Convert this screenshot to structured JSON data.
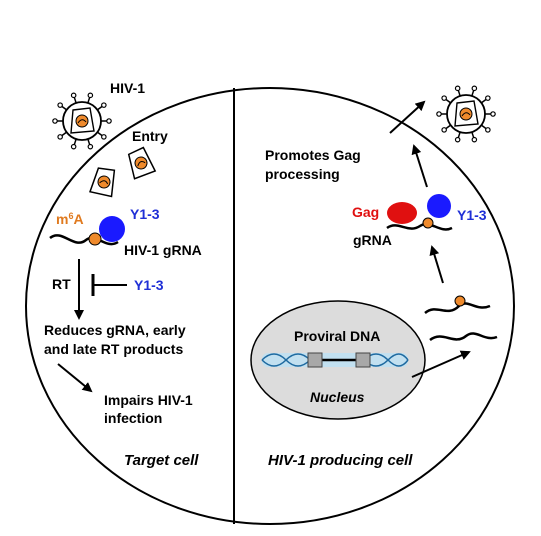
{
  "colors": {
    "blue_protein": "#1a1aff",
    "blue_text": "#1f2fd6",
    "m6a_orange": "#ef8a2c",
    "m6a_text": "#e07a1f",
    "gag_red": "#e01010",
    "gag_text": "#e01010",
    "nucleus_fill": "#dcdcdc",
    "dna_color": "#1f6aa0",
    "dna_glow": "#bfe0f2",
    "line": "#000000"
  },
  "target_cell": {
    "virus_label": "HIV-1",
    "entry_label": "Entry",
    "m6a_prefix": "m",
    "m6a_superscript": "6",
    "m6a_suffix": "A",
    "reader_label": "Y1-3",
    "grna_label": "HIV-1 gRNA",
    "rt_label": "RT",
    "inhibitor_label": "Y1-3",
    "effect_line1": "Reduces gRNA, early",
    "effect_line2": "and late RT products",
    "outcome_line1": "Impairs HIV-1",
    "outcome_line2": "infection",
    "cell_label": "Target cell"
  },
  "producing_cell": {
    "promotes_line1": "Promotes Gag",
    "promotes_line2": "processing",
    "gag_label": "Gag",
    "reader_label": "Y1-3",
    "grna_label": "gRNA",
    "proviral_label": "Proviral DNA",
    "nucleus_label": "Nucleus",
    "cell_label": "HIV-1 producing cell"
  }
}
